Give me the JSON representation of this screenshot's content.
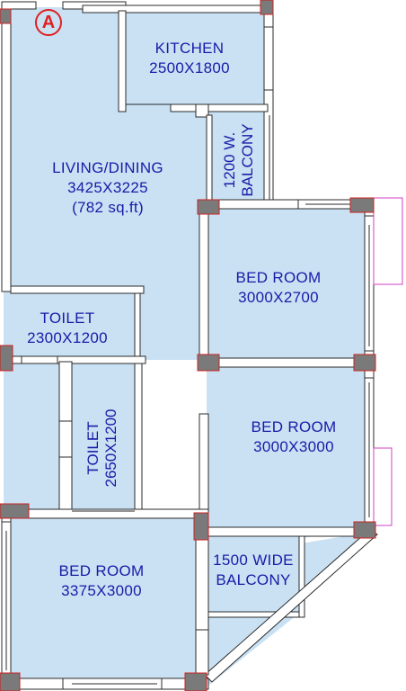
{
  "plan": {
    "block_label": "A",
    "rooms": {
      "kitchen": {
        "name": "KITCHEN",
        "size": "2500X1800"
      },
      "living": {
        "name": "LIVING/DINING",
        "size": "3425X3225",
        "area": "(782 sq.ft)"
      },
      "w_balcony": {
        "line1": "1200 W.",
        "line2": "BALCONY"
      },
      "bed1": {
        "name": "BED ROOM",
        "size": "3000X2700"
      },
      "bed2": {
        "name": "BED ROOM",
        "size": "3000X3000"
      },
      "bed3": {
        "name": "BED ROOM",
        "size": "3375X3000"
      },
      "toilet1": {
        "name": "TOILET",
        "size": "2300X1200"
      },
      "toilet2": {
        "name": "TOILET",
        "size": "2650X1200"
      },
      "balcony": {
        "line1": "1500 WIDE",
        "line2": "BALCONY"
      }
    },
    "colors": {
      "floor": "#c9e1f3",
      "wall": "#ffffff",
      "wall_outline": "#2b2b2b",
      "column": "#7a7a7a",
      "column_outline": "#cc2222",
      "label": "#1a1aa8",
      "badge": "#e02020",
      "projection": "#d040c0"
    }
  }
}
